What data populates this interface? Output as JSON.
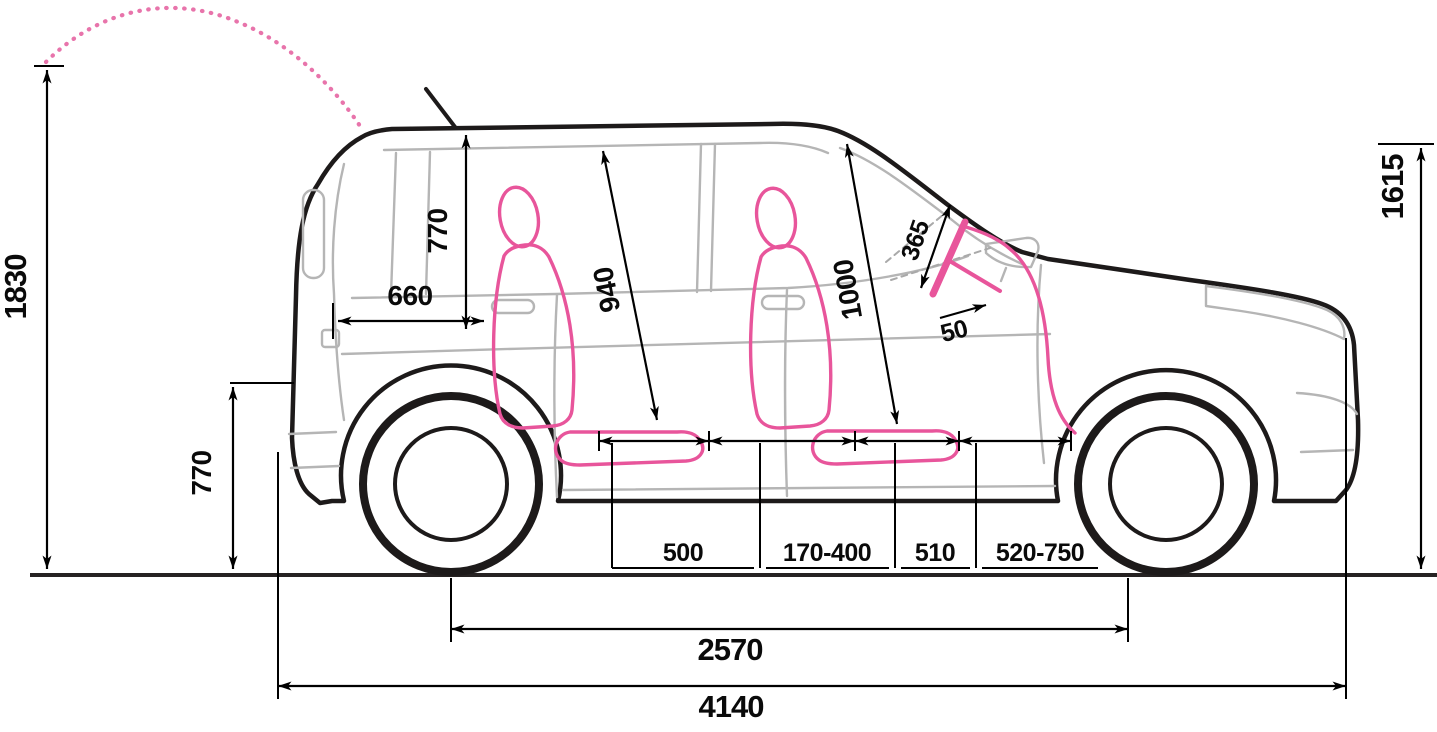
{
  "dims": {
    "dim_1830": "1830",
    "dim_1615": "1615",
    "dim_770_rear": "770",
    "dim_770_cabin": "770",
    "dim_660": "660",
    "dim_940": "940",
    "dim_1000": "1000",
    "dim_365": "365",
    "dim_50": "50",
    "dim_500": "500",
    "dim_170_400": "170-400",
    "dim_510": "510",
    "dim_520_750": "520-750",
    "dim_2570": "2570",
    "dim_4140": "4140"
  },
  "colors": {
    "accent_pink": "#e8559b",
    "outline": "#1d1a1a",
    "interior_gray": "#b5b5b5",
    "dimension": "#000000",
    "background": "#ffffff"
  }
}
